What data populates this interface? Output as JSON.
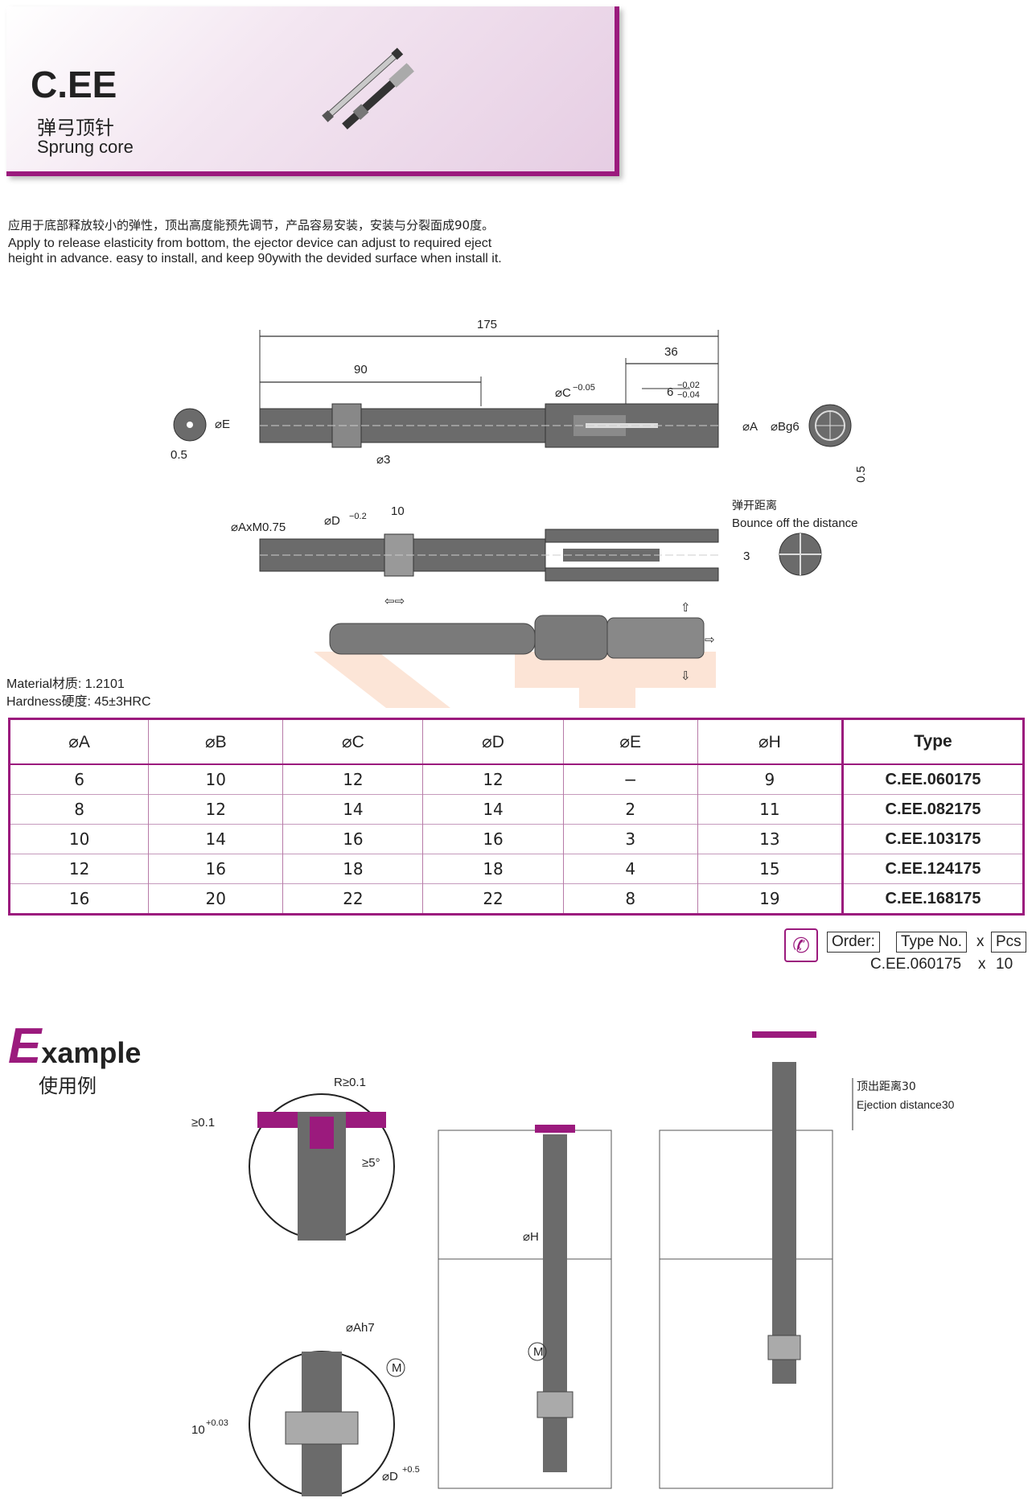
{
  "header": {
    "code": "C.EE",
    "name_cn": "弹弓顶针",
    "name_en": "Sprung core"
  },
  "description": {
    "cn": "应用于底部释放较小的弹性，顶出高度能预先调节，产品容易安装，安装与分裂面成90度。",
    "en_line1": "Apply to release elasticity from bottom, the ejector device can adjust to required eject",
    "en_line2": "height in advance. easy to install, and keep 90ywith the devided surface when install it."
  },
  "drawing": {
    "dim_175": "175",
    "dim_90": "90",
    "dim_36": "36",
    "dim_c": "⌀C",
    "dim_c_tol": "−0.05",
    "dim_6": "6",
    "dim_6_tol_top": "−0.02",
    "dim_6_tol_bot": "−0.04",
    "dim_e": "⌀E",
    "dim_a": "⌀A",
    "dim_bg6": "⌀Bg6",
    "dim_05_left": "0.5",
    "dim_05_right": "0.5",
    "dim_3_dia": "⌀3",
    "dim_axm": "⌀AxM0.75",
    "dim_d": "⌀D",
    "dim_d_tol": "−0.2",
    "dim_10": "10",
    "dim_3": "3",
    "bounce_cn": "弹开距离",
    "bounce_en": "Bounce off the distance"
  },
  "material": {
    "material": "Material材质: 1.2101",
    "hardness": "Hardness硬度: 45±3HRC"
  },
  "table": {
    "headers": [
      "⌀A",
      "⌀B",
      "⌀C",
      "⌀D",
      "⌀E",
      "⌀H",
      "Type"
    ],
    "rows": [
      [
        "6",
        "10",
        "12",
        "12",
        "−",
        "9",
        "C.EE.060175"
      ],
      [
        "8",
        "12",
        "14",
        "14",
        "2",
        "11",
        "C.EE.082175"
      ],
      [
        "10",
        "14",
        "16",
        "16",
        "3",
        "13",
        "C.EE.103175"
      ],
      [
        "12",
        "16",
        "18",
        "18",
        "4",
        "15",
        "C.EE.124175"
      ],
      [
        "16",
        "20",
        "22",
        "22",
        "8",
        "19",
        "C.EE.168175"
      ]
    ]
  },
  "order": {
    "label": "Order:",
    "type_no": "Type No.",
    "x1": "x",
    "pcs": "Pcs",
    "example_code": "C.EE.060175",
    "x2": "x",
    "example_qty": "10"
  },
  "example": {
    "title_initial": "E",
    "title_rest": "xample",
    "title_cn": "使用例",
    "r_label": "R≥0.1",
    "ge01": "≥0.1",
    "ge5": "≥5°",
    "ah7": "⌀Ah7",
    "m_label": "M",
    "ten": "10",
    "ten_tol": "+0.03",
    "d_label": "⌀D",
    "d_tol": "+0.5",
    "h_label": "⌀H",
    "m_label2": "M",
    "ejection_cn": "顶出距离30",
    "ejection_en": "Ejection distance30"
  },
  "colors": {
    "accent": "#9b1a7d",
    "part_gray": "#6b6b6b"
  }
}
